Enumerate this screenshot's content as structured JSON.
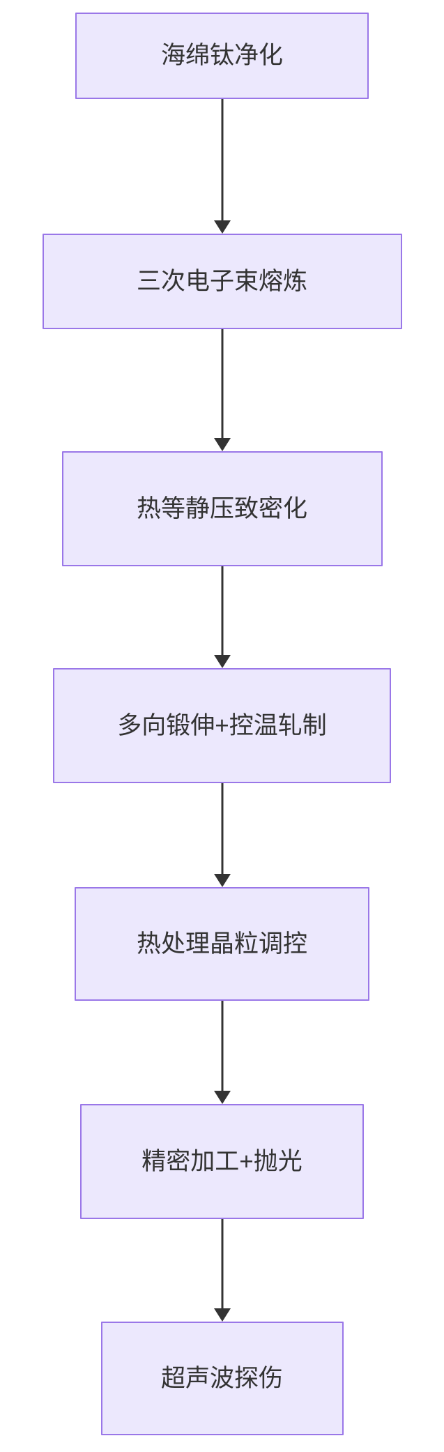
{
  "diagram": {
    "type": "flowchart",
    "orientation": "top-to-bottom",
    "theme": {
      "node_fill": "#ECE8FD",
      "node_border": "#9A77E8",
      "node_text": "#333333",
      "edge_color": "#333333",
      "background": "#FFFFFF"
    },
    "nodes": [
      {
        "id": "n0",
        "label": "海绵钛净化"
      },
      {
        "id": "n1",
        "label": "三次电子束熔炼"
      },
      {
        "id": "n2",
        "label": "热等静压致密化"
      },
      {
        "id": "n3",
        "label": "多向锻伸+控温轧制"
      },
      {
        "id": "n4",
        "label": "热处理晶粒调控"
      },
      {
        "id": "n5",
        "label": "精密加工+抛光"
      },
      {
        "id": "n6",
        "label": "超声波探伤"
      }
    ],
    "edges": [
      {
        "from": "n0",
        "to": "n1",
        "label": ""
      },
      {
        "from": "n1",
        "to": "n2",
        "label": ""
      },
      {
        "from": "n2",
        "to": "n3",
        "label": ""
      },
      {
        "from": "n3",
        "to": "n4",
        "label": ""
      },
      {
        "from": "n4",
        "to": "n5",
        "label": ""
      },
      {
        "from": "n5",
        "to": "n6",
        "label": ""
      }
    ]
  }
}
